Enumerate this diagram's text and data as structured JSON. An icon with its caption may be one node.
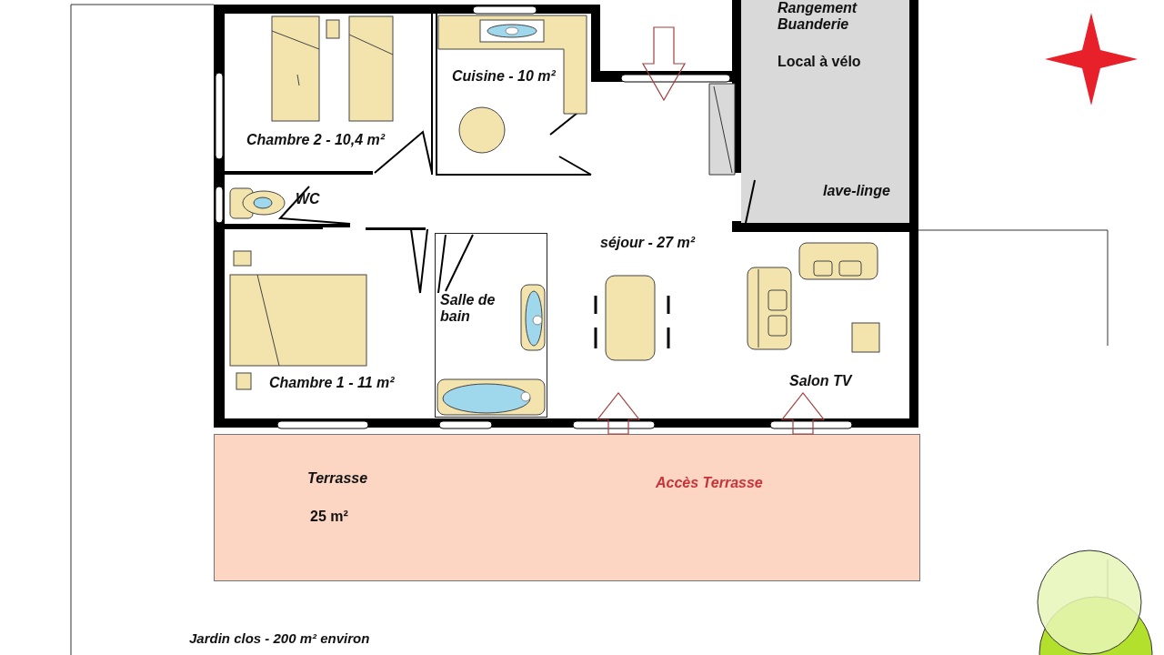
{
  "diagram": {
    "nodes": [
      {
        "text": [
          "Chambre 2 - 10,4 m²"
        ]
      },
      {
        "text": [
          "Cuisine - 10 m²"
        ]
      },
      {
        "text": [
          "Rangement Buanderie",
          "Local à vélo",
          "lave-linge"
        ]
      },
      {
        "text": [
          "WC"
        ]
      },
      {
        "text": [
          "séjour - 27 m²"
        ]
      },
      {
        "text": [
          "Chambre 1 - 11 m²"
        ]
      },
      {
        "text": [
          "Salle de bain"
        ]
      },
      {
        "text": [
          "Salon TV"
        ]
      },
      {
        "text": [
          "Terrasse",
          "25 m²",
          "Accès Terrasse"
        ]
      }
    ],
    "edges": [
      {
        "from": null,
        "to": 4,
        "arrow": "to"
      },
      {
        "from": 8,
        "to": 4,
        "arrow": "to"
      },
      {
        "from": 8,
        "to": 7,
        "arrow": "to"
      }
    ],
    "labels": [
      "Jardin clos - 200 m² environ"
    ]
  }
}
